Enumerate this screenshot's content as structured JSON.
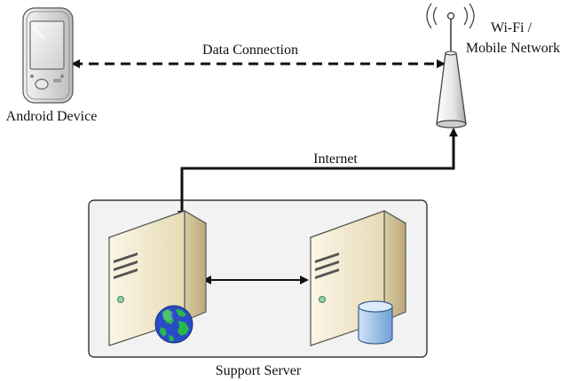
{
  "labels": {
    "device": "Android Device",
    "data_connection": "Data Connection",
    "network_line1": "Wi-Fi /",
    "network_line2": "Mobile Network",
    "internet": "Internet",
    "server_group": "Support Server"
  },
  "icons": {
    "device": "android-device-icon",
    "tower": "wireless-tower-icon",
    "web_server": "web-server-icon",
    "db_server": "database-server-icon",
    "globe": "globe-icon",
    "database": "database-icon"
  },
  "colors": {
    "line": "#111111",
    "device_body": "#d9d9d9",
    "server_body": "#eadfbf",
    "group_bg": "#f2f2f2",
    "globe_ocean": "#2a4bc6",
    "globe_land": "#27b84b",
    "database": "#9ec3ea"
  }
}
